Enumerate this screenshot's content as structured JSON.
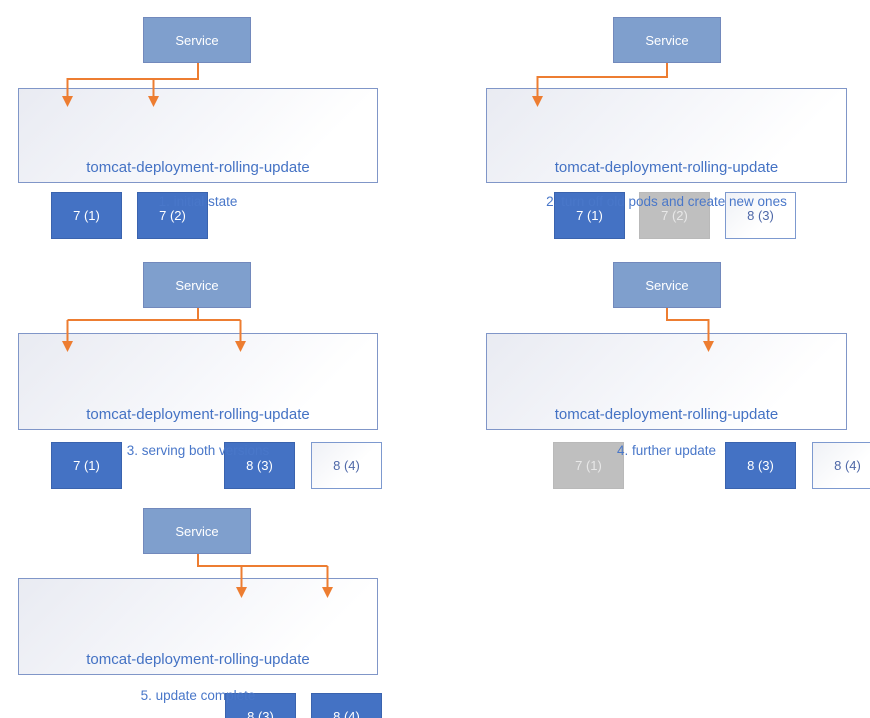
{
  "colors": {
    "service_fill": "#7F9FCD",
    "service_border": "#7289BC",
    "pod_active_fill": "#4472C4",
    "pod_active_border": "#3A63AE",
    "pod_terminating_fill": "#BFBFBF",
    "pod_terminating_text": "#E8E8E8",
    "pod_new_border": "#7D99CF",
    "pod_new_text": "#4E68A8",
    "deployment_border": "#8096C8",
    "deployment_text": "#4472C4",
    "caption_text": "#4977C9",
    "arrow": "#ED7D31"
  },
  "panels": [
    {
      "caption": "1. initial state",
      "service_label": "Service",
      "deployment_label": "tomcat-deployment-rolling-update",
      "pods": [
        {
          "label": "7 (1)",
          "state": "active"
        },
        {
          "label": "7 (2)",
          "state": "active"
        }
      ]
    },
    {
      "caption": "2. turn off old pods and create new ones",
      "service_label": "Service",
      "deployment_label": "tomcat-deployment-rolling-update",
      "pods": [
        {
          "label": "7 (1)",
          "state": "active"
        },
        {
          "label": "7 (2)",
          "state": "terminating"
        },
        {
          "label": "8 (3)",
          "state": "new"
        }
      ]
    },
    {
      "caption": "3. serving both versions",
      "service_label": "Service",
      "deployment_label": "tomcat-deployment-rolling-update",
      "pods": [
        {
          "label": "7 (1)",
          "state": "active"
        },
        {
          "label": "8 (3)",
          "state": "active"
        },
        {
          "label": "8 (4)",
          "state": "new"
        }
      ]
    },
    {
      "caption": "4. further update",
      "service_label": "Service",
      "deployment_label": "tomcat-deployment-rolling-update",
      "pods": [
        {
          "label": "7 (1)",
          "state": "terminating"
        },
        {
          "label": "8 (3)",
          "state": "active"
        },
        {
          "label": "8 (4)",
          "state": "new"
        }
      ]
    },
    {
      "caption": "5. update complete",
      "service_label": "Service",
      "deployment_label": "tomcat-deployment-rolling-update",
      "pods": [
        {
          "label": "8 (3)",
          "state": "active"
        },
        {
          "label": "8 (4)",
          "state": "active"
        }
      ]
    }
  ]
}
